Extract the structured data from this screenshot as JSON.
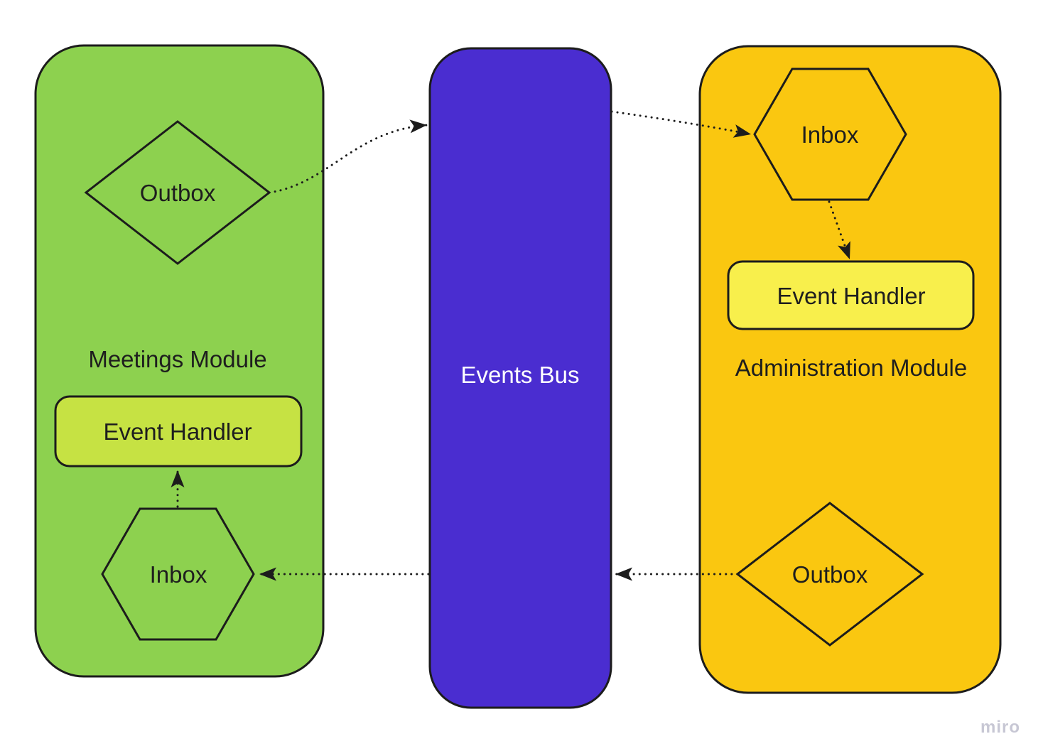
{
  "colors": {
    "meetings_module": "#8DD14F",
    "meetings_handler": "#C6E243",
    "events_bus": "#4A2DD0",
    "admin_module": "#FAC710",
    "admin_handler": "#F8EF4C",
    "outline": "#1C1C1C",
    "text": "#1E1E1E",
    "bus_text": "#FFFFFF",
    "watermark": "#C7C7D4"
  },
  "modules": {
    "meetings": {
      "title": "Meetings Module",
      "outbox": "Outbox",
      "event_handler": "Event Handler",
      "inbox": "Inbox"
    },
    "events_bus": {
      "title": "Events Bus"
    },
    "administration": {
      "title": "Administration Module",
      "inbox": "Inbox",
      "event_handler": "Event Handler",
      "outbox": "Outbox"
    }
  },
  "connections": [
    {
      "from": "meetings.outbox",
      "to": "events_bus",
      "style": "dotted",
      "arrow": "end"
    },
    {
      "from": "events_bus",
      "to": "administration.inbox",
      "style": "dotted",
      "arrow": "end"
    },
    {
      "from": "administration.inbox",
      "to": "administration.event_handler",
      "style": "dotted",
      "arrow": "end"
    },
    {
      "from": "administration.outbox",
      "to": "events_bus",
      "style": "dotted",
      "arrow": "end"
    },
    {
      "from": "events_bus",
      "to": "meetings.inbox",
      "style": "dotted",
      "arrow": "end"
    },
    {
      "from": "meetings.inbox",
      "to": "meetings.event_handler",
      "style": "dotted",
      "arrow": "end"
    }
  ],
  "watermark": "miro"
}
